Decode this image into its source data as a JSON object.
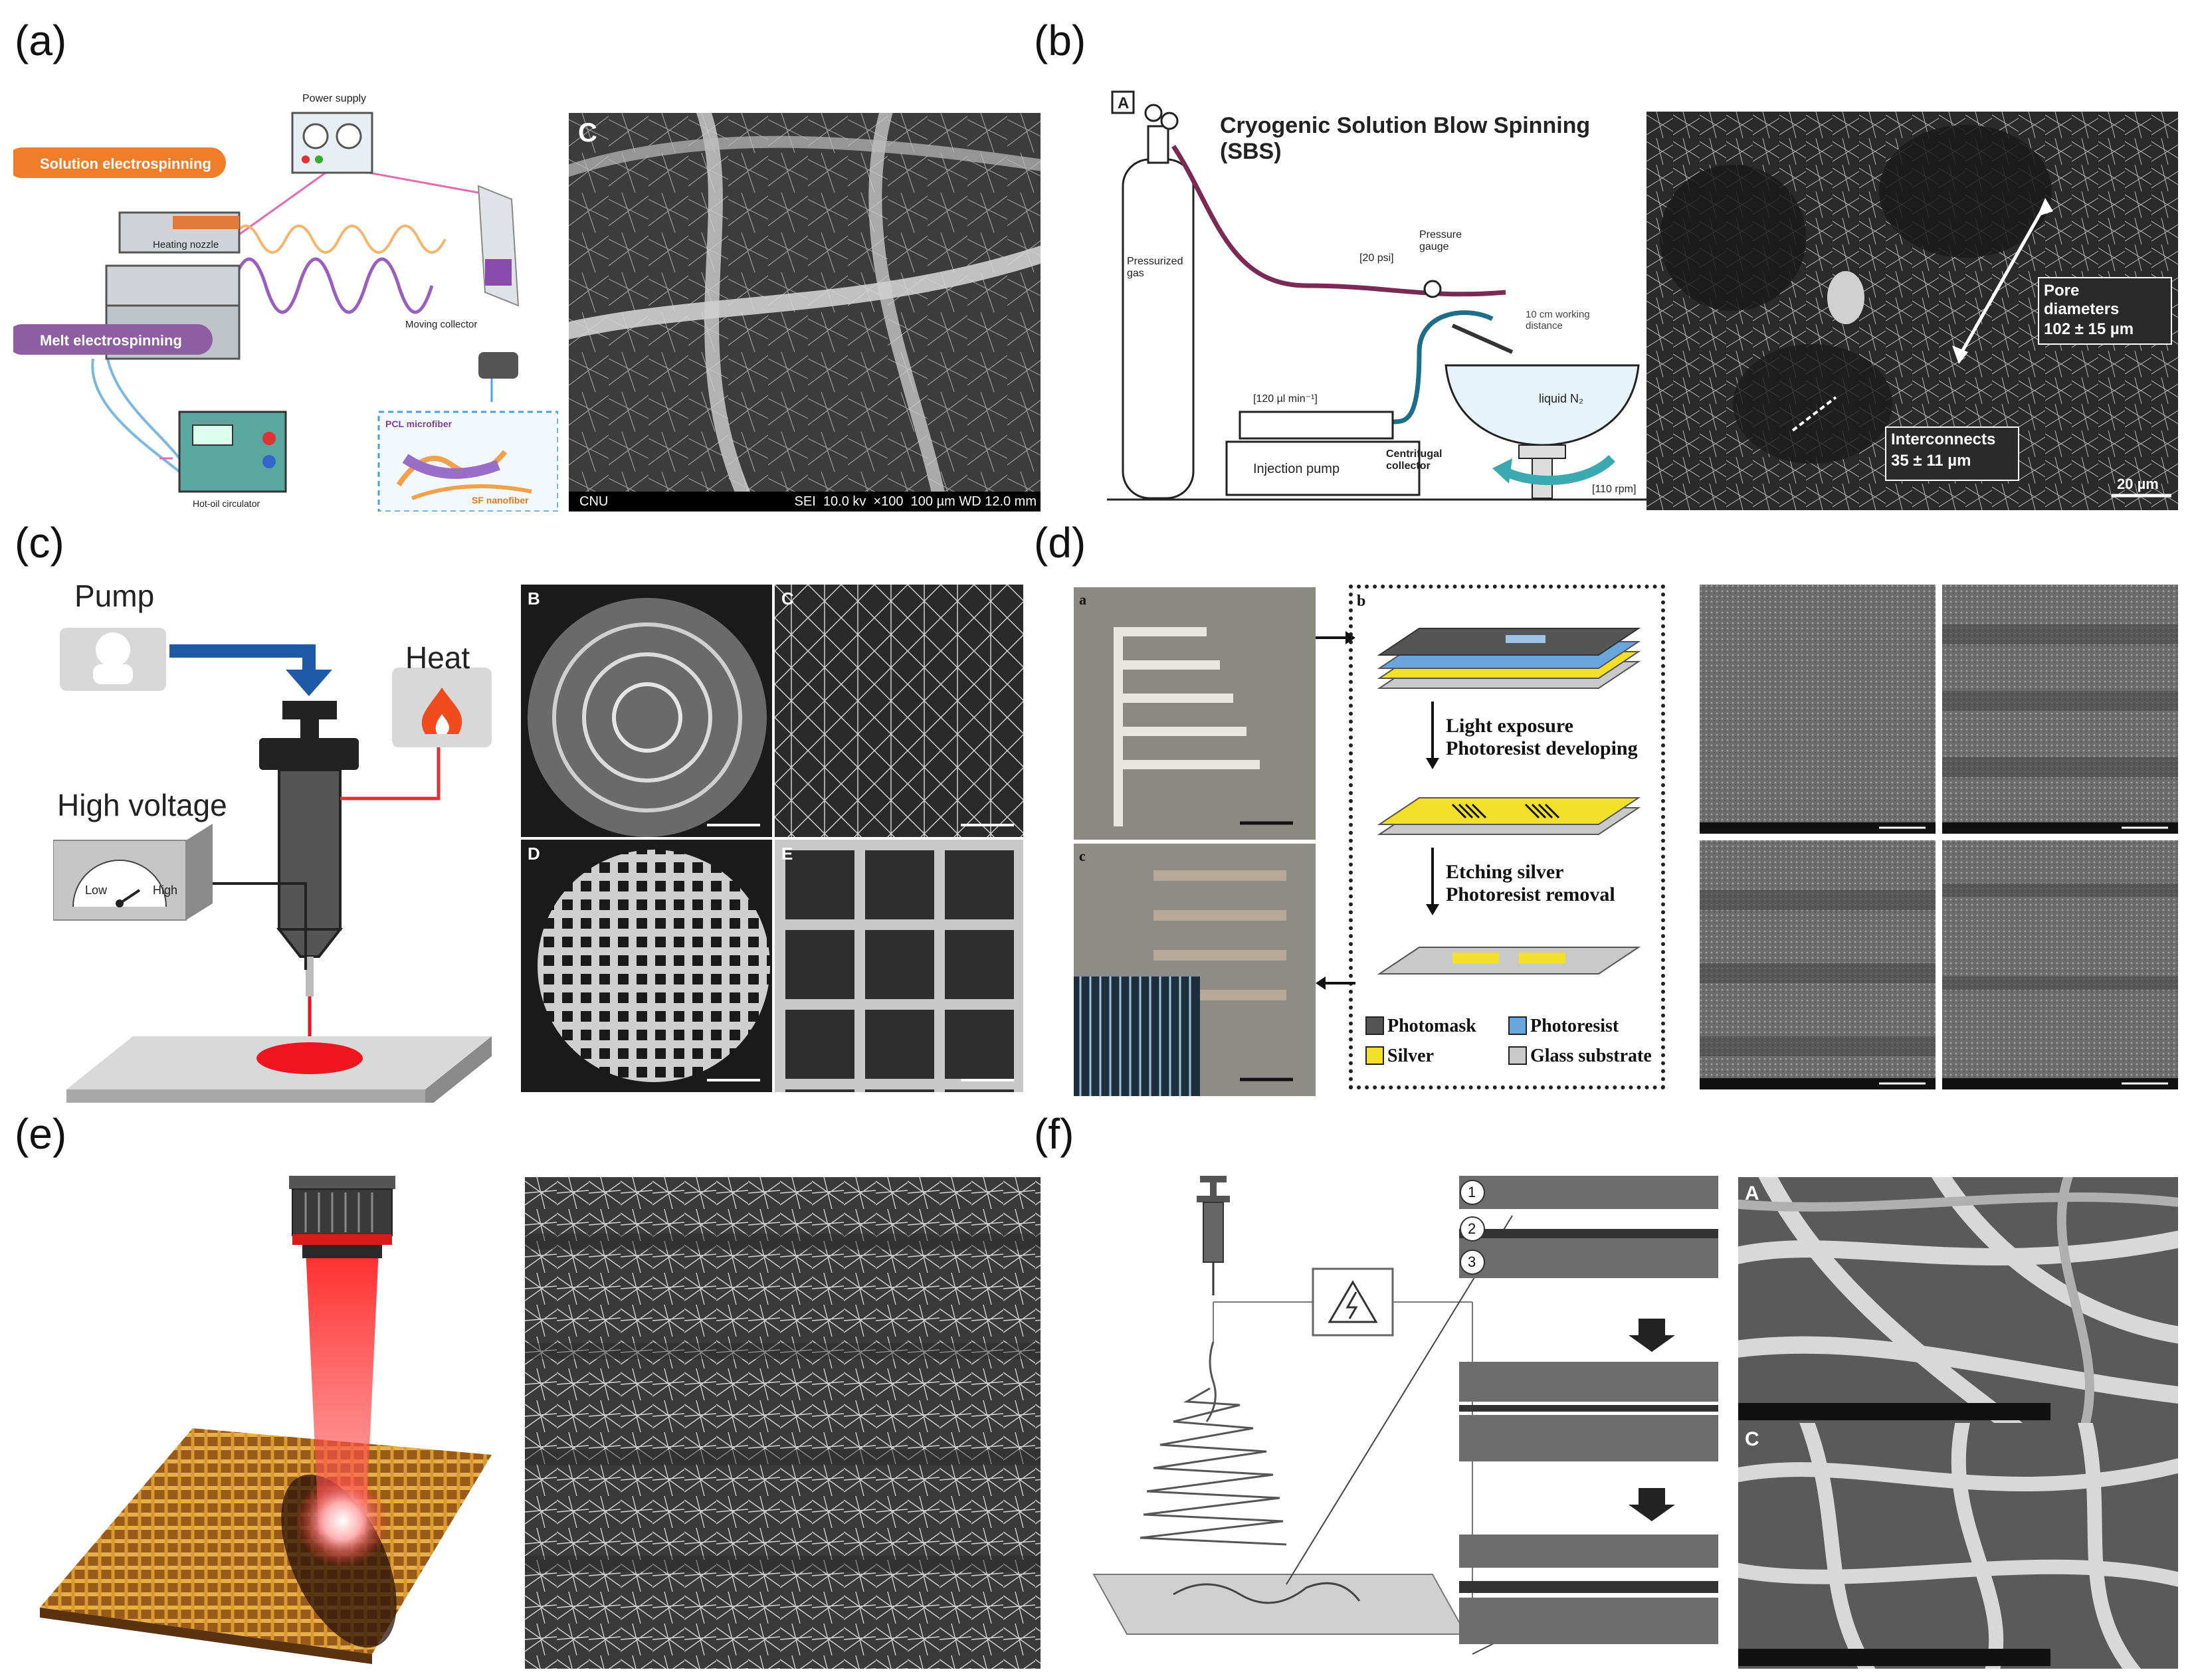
{
  "panels": {
    "a": {
      "label": "(a)",
      "schematic": {
        "solution_electrospinning": "Solution electrospinning",
        "melt_electrospinning": "Melt electrospinning",
        "power_supply": "Power supply",
        "heating_nozzle": "Heating nozzle",
        "moving_collector": "Moving collector",
        "hot_oil_circulator": "Hot-oil circulator",
        "pcl_microfiber": "PCL microfiber",
        "sf_nanofiber": "SF nanofiber"
      },
      "sem": {
        "letter": "C",
        "footer_left": "CNU",
        "footer_right": "SEI  10.0 kv  ×100  100 µm WD 12.0 mm"
      }
    },
    "b": {
      "label": "(b)",
      "schematic": {
        "box_letter": "A",
        "title": "Cryogenic Solution Blow Spinning (SBS)",
        "pressurized_gas": "Pressurized gas",
        "psi": "[20 psi]",
        "pressure_gauge": "Pressure gauge",
        "working_distance": "10 cm working distance",
        "flow_rate": "[120 µl min⁻¹]",
        "liquid_n2": "liquid N₂",
        "injection_pump": "Injection pump",
        "centrifugal_collector": "Centrifugal collector",
        "rpm": "[110 rpm]"
      },
      "sem": {
        "pore_label_1": "Pore",
        "pore_label_2": "diameters",
        "pore_value": "102 ± 15 µm",
        "interconnects_label": "Interconnects",
        "interconnects_value": "35 ± 11 µm",
        "scale": "20 µm"
      }
    },
    "c": {
      "label": "(c)",
      "schematic": {
        "pump": "Pump",
        "heat": "Heat",
        "high_voltage": "High voltage",
        "low": "Low",
        "high": "High"
      },
      "sem_letters": [
        "B",
        "C",
        "D",
        "E"
      ]
    },
    "d": {
      "label": "(d)",
      "letters": [
        "a",
        "b",
        "c"
      ],
      "step1_line1": "Light exposure",
      "step1_line2": "Photoresist developing",
      "step2_line1": "Etching silver",
      "step2_line2": "Photoresist removal",
      "legend": [
        "Photomask",
        "Photoresist",
        "Silver",
        "Glass substrate"
      ]
    },
    "e": {
      "label": "(e)"
    },
    "f": {
      "label": "(f)",
      "circled": [
        "1",
        "2",
        "3"
      ],
      "sem_letters": [
        "A",
        "C"
      ]
    }
  },
  "colors": {
    "solution_pill": "#f07d2a",
    "melt_pill": "#8e5ea2",
    "pump_arrow": "#1f5aa6",
    "laser_red": "#e8151b",
    "photomask": "#555555",
    "photoresist": "#6aa5dd",
    "silver": "#f2e02a",
    "glass": "#c9c9c9",
    "fiber_gold": "#c8862a"
  }
}
